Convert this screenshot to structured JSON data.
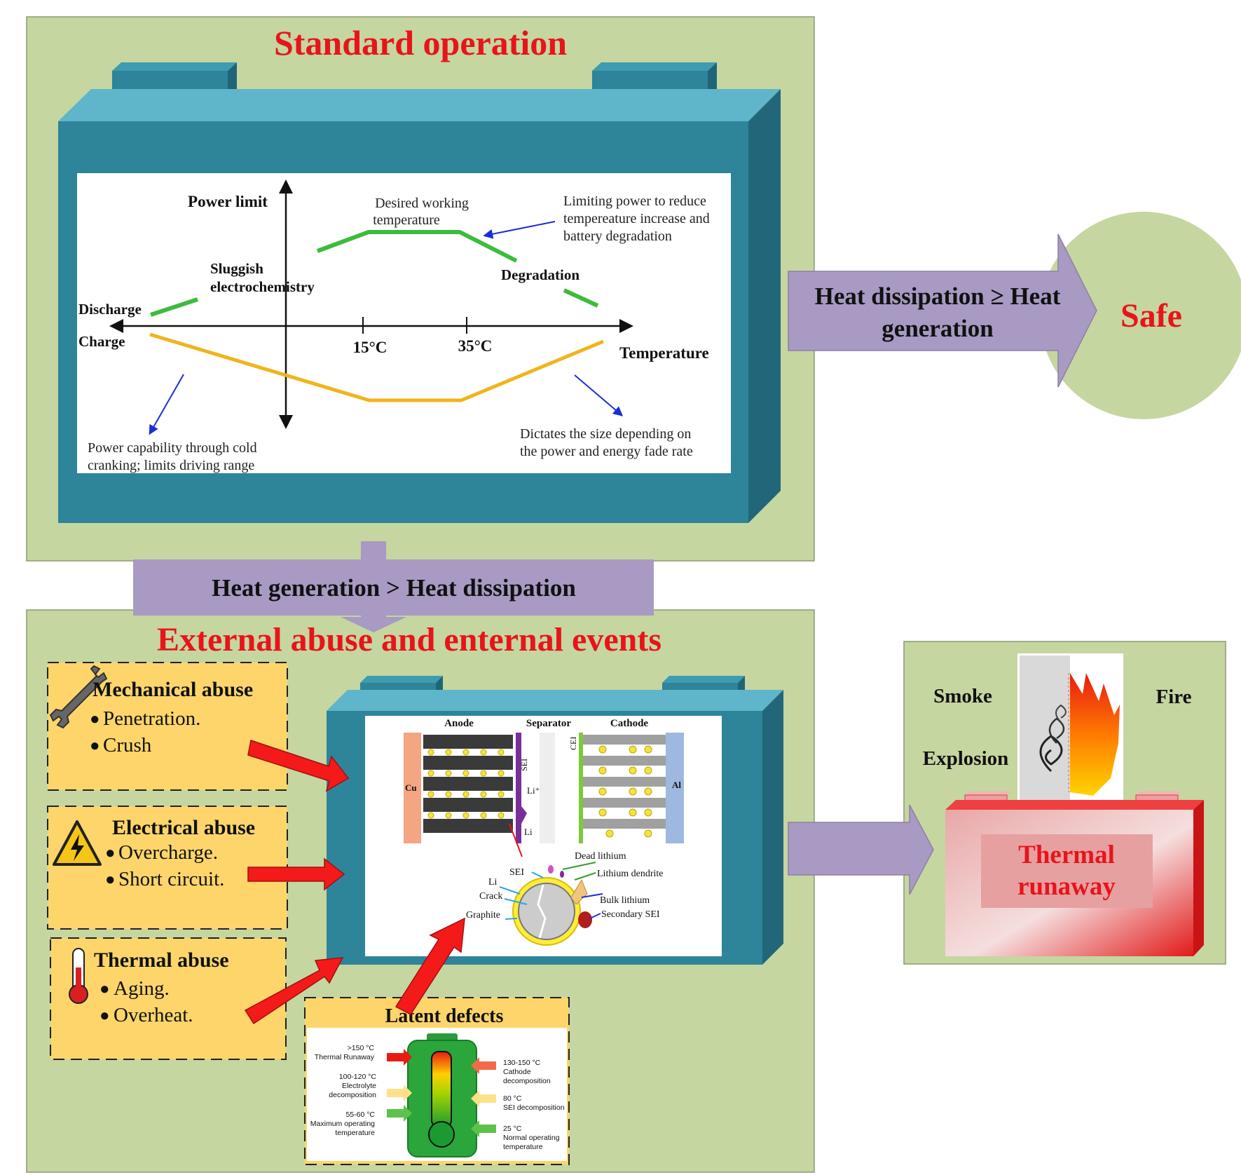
{
  "standard": {
    "title": "Standard operation",
    "chart": {
      "power_limit": "Power limit",
      "discharge": "Discharge",
      "charge": "Charge",
      "temperature": "Temperature",
      "tick_15": "15°C",
      "tick_35": "35°C",
      "desired_1": "Desired working",
      "desired_2": "temperature",
      "limiting_1": "Limiting power to reduce",
      "limiting_2": "tempereature increase and",
      "limiting_3": "battery degradation",
      "sluggish_1": "Sluggish",
      "sluggish_2": "electrochemistry",
      "degradation": "Degradation",
      "power_cap_1": "Power capability through cold",
      "power_cap_2": "cranking; limits driving range",
      "dictates_1": "Dictates the size depending on",
      "dictates_2": "the power and energy fade rate"
    }
  },
  "safe_arrow": {
    "line1": "Heat dissipation ≥ Heat",
    "line2": "generation"
  },
  "safe_label": "Safe",
  "heat_gen_label": "Heat generation > Heat dissipation",
  "abuse": {
    "title": "External abuse and enternal events",
    "mechanical": {
      "title": "Mechanical abuse",
      "items": [
        "Penetration.",
        "Crush"
      ]
    },
    "electrical": {
      "title": "Electrical abuse",
      "items": [
        "Overcharge.",
        "Short circuit."
      ]
    },
    "thermal": {
      "title": "Thermal abuse",
      "items": [
        "Aging.",
        "Overheat."
      ]
    },
    "latent": {
      "title": "Latent defects",
      "left": [
        {
          "temp": ">150 °C",
          "desc": [
            "Thermal Runaway"
          ]
        },
        {
          "temp": "100-120 °C",
          "desc": [
            "Electrolyte",
            "decomposition"
          ]
        },
        {
          "temp": "55-60 °C",
          "desc": [
            "Maximum operating",
            "temperature"
          ]
        }
      ],
      "right": [
        {
          "temp": "130-150 °C",
          "desc": [
            "Cathode",
            "decomposition"
          ]
        },
        {
          "temp": "80 °C",
          "desc": [
            "SEI decomposition"
          ]
        },
        {
          "temp": "25 °C",
          "desc": [
            "Normal operating",
            "temperature"
          ]
        }
      ]
    },
    "cell": {
      "anode": "Anode",
      "separator": "Separator",
      "cathode": "Cathode",
      "cu": "Cu",
      "al": "Al",
      "sei": "SEI",
      "cei": "CEI",
      "li_plus": "Li⁺",
      "li": "Li",
      "dead_lithium": "Dead lithium",
      "lithium_dendrite": "Lithium dendrite",
      "sei2": "SEI",
      "li2": "Li",
      "crack": "Crack",
      "graphite": "Graphite",
      "bulk_lithium": "Bulk lithium",
      "secondary_sei": "Secondary SEI"
    }
  },
  "runaway": {
    "smoke": "Smoke",
    "fire": "Fire",
    "explosion": "Explosion",
    "label1": "Thermal",
    "label2": "runaway"
  },
  "colors": {
    "panel_green": "#c5d6a0",
    "battery_teal": "#2e8499",
    "accent_red": "#e8141b",
    "arrow_purple": "#a89ac2",
    "abuse_yellow": "#fdd56b"
  }
}
